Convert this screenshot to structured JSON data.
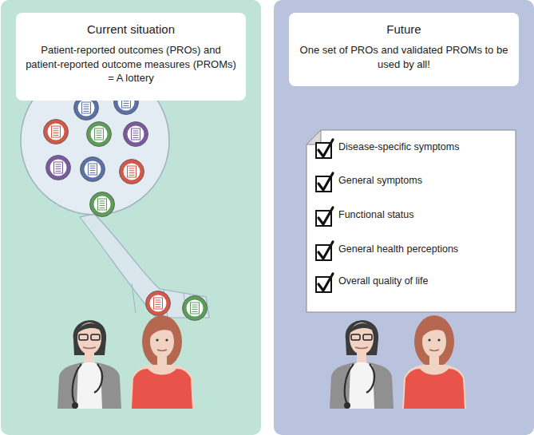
{
  "diagram": {
    "nodes": [
      {
        "text": [
          "Current situation",
          "Patient-reported outcomes (PROs) and patient-reported outcome measures (PROMs) = A lottery"
        ]
      },
      {
        "text": [
          "Future",
          "One set of PROs and validated PROMs to be used by all!"
        ]
      },
      {
        "text": [
          "Disease-specific symptoms",
          "General symptoms",
          "Functional status",
          "General health perceptions",
          "Overall quality of life"
        ]
      }
    ]
  }
}
